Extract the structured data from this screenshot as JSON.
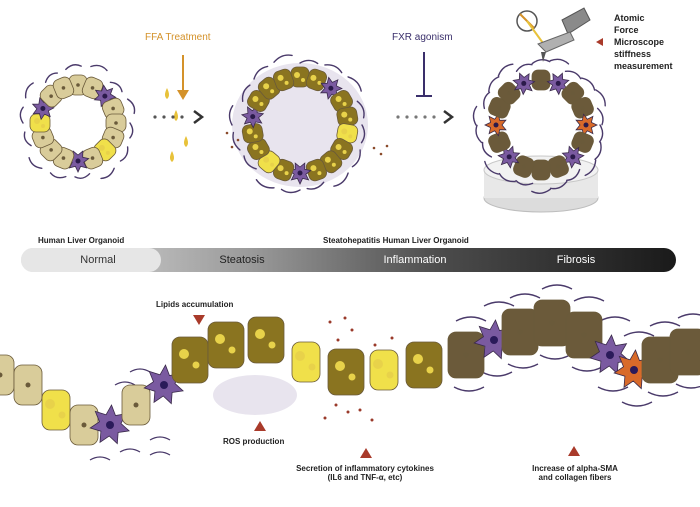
{
  "top": {
    "ffa_label": "FFA Treatment",
    "fxr_label": "FXR agonism",
    "afm_label_lines": [
      "Atomic",
      "Force",
      "Microscope",
      "stiffness",
      "measurement"
    ],
    "left_caption": "Human Liver Organoid",
    "right_caption": "Steatohepatitis Human Liver Organoid"
  },
  "progression": {
    "stages": [
      "Normal",
      "Steatosis",
      "Inflammation",
      "Fibrosis"
    ]
  },
  "bottom": {
    "lipids": "Lipids accumulation",
    "ros": "ROS production",
    "cytokines_line1": "Secretion of inflammatory cytokines",
    "cytokines_line2": "(IL6 and TNF-α, etc)",
    "fibrosis_line1": "Increase of alpha-SMA",
    "fibrosis_line2": "and collagen fibers"
  },
  "colors": {
    "ffa": "#d4922a",
    "fxr": "#3a2f6b",
    "marker": "#a93a2a",
    "normal_cell": "#d9cc9a",
    "steatotic_cell": "#8a7420",
    "lipid": "#e8d24a",
    "inflamed_cell": "#f0e04a",
    "stellate": "#7a5aa0",
    "activated": "#d86a2a",
    "fibrotic_cell": "#6b5a3a",
    "fiber": "#4a3a6a"
  }
}
